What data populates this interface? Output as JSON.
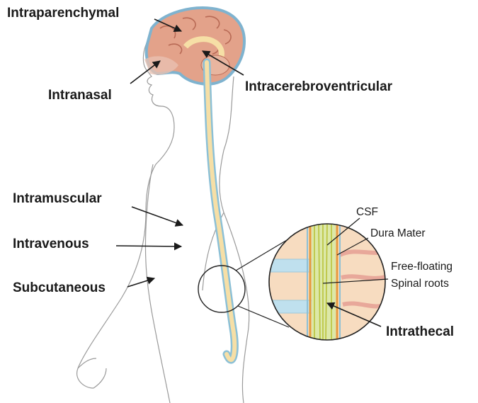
{
  "labels": {
    "intraparenchymal": "Intraparenchymal",
    "intranasal": "Intranasal",
    "intracerebroventricular": "Intracerebroventricular",
    "intramuscular": "Intramuscular",
    "intravenous": "Intravenous",
    "subcutaneous": "Subcutaneous",
    "csf": "CSF",
    "dura_mater": "Dura Mater",
    "free_floating": "Free-floating",
    "spinal_roots": "Spinal roots",
    "intrathecal": "Intrathecal"
  },
  "colors": {
    "body_outline": "#9a9a9a",
    "brain": "#e3a28a",
    "brain_folds": "#b86a55",
    "skull_membrane": "#7fb3cf",
    "spinal_cord": "#f6dfa6",
    "spinal_cord_sheath": "#8cc0d6",
    "dura": "#e69a3c",
    "nerve_roots": "#d7d94a",
    "tissue": "#f7dcc0",
    "disc": "#bfe0ee"
  }
}
